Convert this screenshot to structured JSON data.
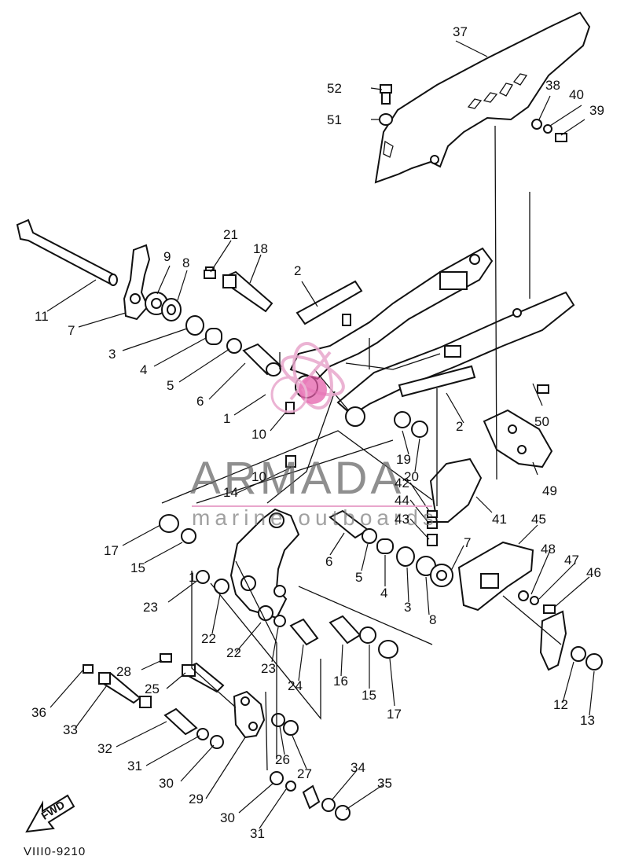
{
  "diagram": {
    "reference_code": "VIII0-9210",
    "fwd_label": "FWD",
    "watermark": {
      "brand": "ARMADA",
      "tagline": "marine outboards"
    },
    "part_labels": [
      {
        "id": "37",
        "text": "37"
      },
      {
        "id": "52",
        "text": "52"
      },
      {
        "id": "51",
        "text": "51"
      },
      {
        "id": "38",
        "text": "38"
      },
      {
        "id": "40",
        "text": "40"
      },
      {
        "id": "39",
        "text": "39"
      },
      {
        "id": "21",
        "text": "21"
      },
      {
        "id": "18",
        "text": "18"
      },
      {
        "id": "9",
        "text": "9"
      },
      {
        "id": "8a",
        "text": "8"
      },
      {
        "id": "2a",
        "text": "2"
      },
      {
        "id": "11",
        "text": "11"
      },
      {
        "id": "7a",
        "text": "7"
      },
      {
        "id": "3a",
        "text": "3"
      },
      {
        "id": "4a",
        "text": "4"
      },
      {
        "id": "5a",
        "text": "5"
      },
      {
        "id": "6a",
        "text": "6"
      },
      {
        "id": "1a",
        "text": "1"
      },
      {
        "id": "10a",
        "text": "10"
      },
      {
        "id": "50",
        "text": "50"
      },
      {
        "id": "2b",
        "text": "2"
      },
      {
        "id": "19",
        "text": "19"
      },
      {
        "id": "20",
        "text": "20"
      },
      {
        "id": "10b",
        "text": "10"
      },
      {
        "id": "14",
        "text": "14"
      },
      {
        "id": "42",
        "text": "42"
      },
      {
        "id": "44",
        "text": "44"
      },
      {
        "id": "43",
        "text": "43"
      },
      {
        "id": "49",
        "text": "49"
      },
      {
        "id": "41",
        "text": "41"
      },
      {
        "id": "45",
        "text": "45"
      },
      {
        "id": "17a",
        "text": "17"
      },
      {
        "id": "15a",
        "text": "15"
      },
      {
        "id": "6b",
        "text": "6"
      },
      {
        "id": "7b",
        "text": "7"
      },
      {
        "id": "5b",
        "text": "5"
      },
      {
        "id": "4b",
        "text": "4"
      },
      {
        "id": "3b",
        "text": "3"
      },
      {
        "id": "48",
        "text": "48"
      },
      {
        "id": "47",
        "text": "47"
      },
      {
        "id": "46",
        "text": "46"
      },
      {
        "id": "1b",
        "text": "1"
      },
      {
        "id": "23a",
        "text": "23"
      },
      {
        "id": "22a",
        "text": "22"
      },
      {
        "id": "8b",
        "text": "8"
      },
      {
        "id": "22b",
        "text": "22"
      },
      {
        "id": "23b",
        "text": "23"
      },
      {
        "id": "24",
        "text": "24"
      },
      {
        "id": "16",
        "text": "16"
      },
      {
        "id": "15b",
        "text": "15"
      },
      {
        "id": "17b",
        "text": "17"
      },
      {
        "id": "28",
        "text": "28"
      },
      {
        "id": "25",
        "text": "25"
      },
      {
        "id": "36",
        "text": "36"
      },
      {
        "id": "33",
        "text": "33"
      },
      {
        "id": "32",
        "text": "32"
      },
      {
        "id": "31a",
        "text": "31"
      },
      {
        "id": "30a",
        "text": "30"
      },
      {
        "id": "29",
        "text": "29"
      },
      {
        "id": "26",
        "text": "26"
      },
      {
        "id": "27",
        "text": "27"
      },
      {
        "id": "12",
        "text": "12"
      },
      {
        "id": "13",
        "text": "13"
      },
      {
        "id": "34",
        "text": "34"
      },
      {
        "id": "35",
        "text": "35"
      },
      {
        "id": "30b",
        "text": "30"
      },
      {
        "id": "31b",
        "text": "31"
      }
    ]
  }
}
